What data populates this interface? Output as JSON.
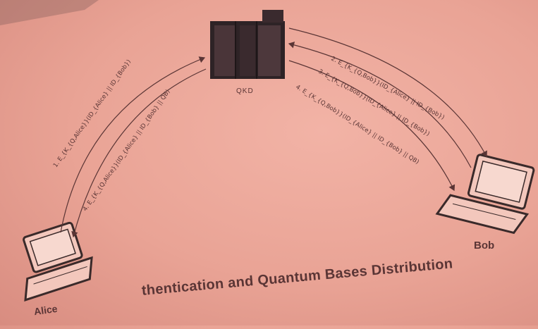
{
  "caption": "thentication and Quantum Bases Distribution",
  "nodes": {
    "alice": "Alice",
    "bob": "Bob",
    "qkd": "QKD"
  },
  "messages": {
    "m1": "1. E_{K_{Q,Alice}}(ID_{Alice} || ID_{Bob})",
    "m2": "4. E_{K_{Q,Alice}}(ID_{Alice} || ID_{Bob} || QB)",
    "m3": "2. E_{K_{Q,Bob}}(ID_{Alice} || ID_{Bob})",
    "m4": "3. E_{K_{Q,Bob}}(ID_{Alice} || ID_{Bob})",
    "m5": "4. E_{K_{Q,Bob}}(ID_{Alice} || ID_{Bob} || QB)"
  },
  "colors": {
    "ink": "#5a3535",
    "device": "#3a2a2a",
    "server": "#2e2326"
  }
}
